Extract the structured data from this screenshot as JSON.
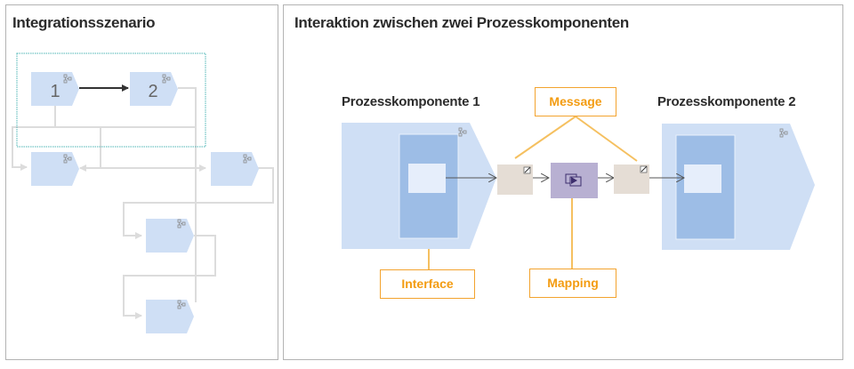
{
  "left_panel": {
    "title": "Integrationsszenario",
    "nodes": [
      {
        "label": "1"
      },
      {
        "label": "2"
      },
      {
        "label": ""
      },
      {
        "label": ""
      },
      {
        "label": ""
      },
      {
        "label": ""
      }
    ],
    "icons": {
      "component": "process-component-icon"
    }
  },
  "right_panel": {
    "title": "Interaktion zwischen zwei Prozesskomponenten",
    "component_1_label": "Prozesskomponente 1",
    "component_2_label": "Prozesskomponente 2",
    "callouts": {
      "message": "Message",
      "interface": "Interface",
      "mapping": "Mapping"
    }
  },
  "colors": {
    "component_fill": "#cfdff5",
    "interface_fill": "#9dbde6",
    "message_fill": "#e5ddd5",
    "mapping_fill": "#b8b0d2",
    "callout_orange": "#f39c12",
    "connector_gray": "#dcdcdc",
    "selection_teal": "#4bb4b4"
  }
}
